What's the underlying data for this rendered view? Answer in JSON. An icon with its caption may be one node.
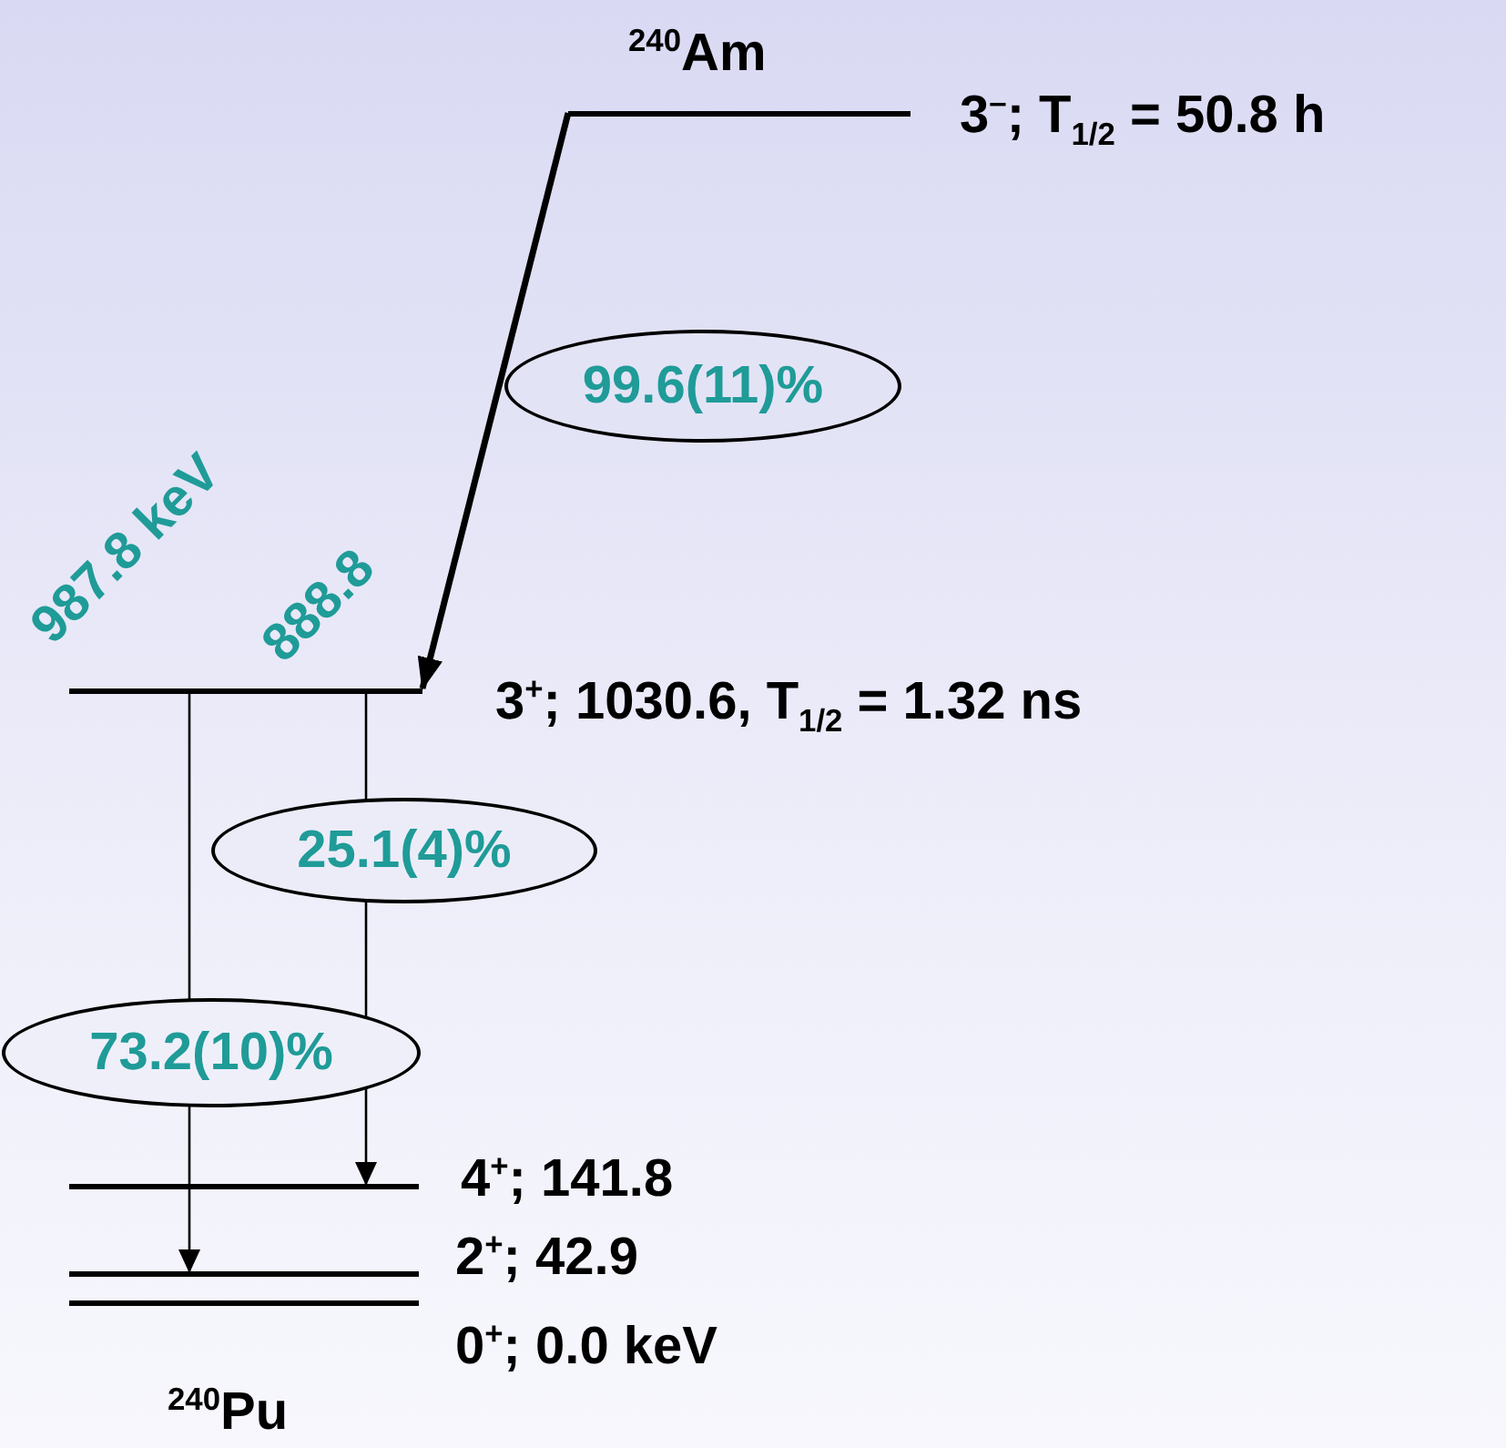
{
  "diagram": {
    "nodes": [
      {
        "text": [],
        "shape": "bar",
        "beside": [
          "3$^{–}$; T$_{1/2}$ = 50.8 h"
        ]
      },
      {
        "text": [],
        "shape": "bar",
        "beside": [
          "3$^{+}$; 1030.6, T$_{1/2}$ = 1.32 ns"
        ]
      },
      {
        "text": [],
        "shape": "bar",
        "beside": [
          "4$^{+}$; 141.8"
        ]
      },
      {
        "text": [],
        "shape": "bar",
        "beside": [
          "2$^{+}$; 42.9"
        ]
      },
      {
        "text": [],
        "shape": "bar",
        "beside": [
          "0$^{+}$; 0.0 keV"
        ]
      }
    ],
    "edges": [
      {
        "from": 0,
        "to": 1,
        "arrow": "to",
        "label": "99.6(11)%",
        "style": "thick"
      },
      {
        "from": 1,
        "to": 2,
        "arrow": "to",
        "label": "25.1(4)%"
      },
      {
        "from": 1,
        "to": 3,
        "arrow": "to",
        "label": "73.2(10)%"
      }
    ],
    "labels": [
      "$^{240}$Am",
      "987.8 keV",
      "888.8",
      "$^{240}$Pu"
    ]
  }
}
